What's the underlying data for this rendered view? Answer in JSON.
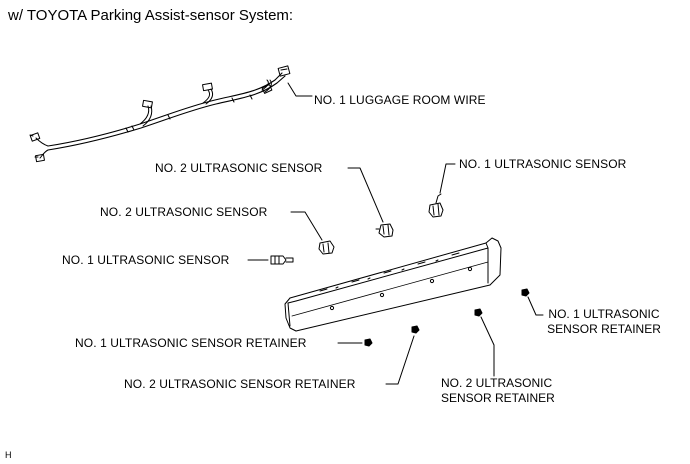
{
  "title": "w/ TOYOTA Parking Assist-sensor System:",
  "labels": {
    "luggage_wire": "NO. 1 LUGGAGE ROOM WIRE",
    "sensor2_upper": "NO. 2 ULTRASONIC SENSOR",
    "sensor1_upper": "NO. 1 ULTRASONIC SENSOR",
    "sensor2_left": "NO. 2 ULTRASONIC SENSOR",
    "sensor1_left": "NO. 1 ULTRASONIC SENSOR",
    "retainer1_right_line1": "NO. 1 ULTRASONIC",
    "retainer1_right_line2": "SENSOR RETAINER",
    "retainer1_left": "NO. 1 ULTRASONIC SENSOR RETAINER",
    "retainer2_left": "NO. 2 ULTRASONIC SENSOR RETAINER",
    "retainer2_right_line1": "NO. 2 ULTRASONIC",
    "retainer2_right_line2": "SENSOR RETAINER"
  },
  "corner_mark": "H"
}
